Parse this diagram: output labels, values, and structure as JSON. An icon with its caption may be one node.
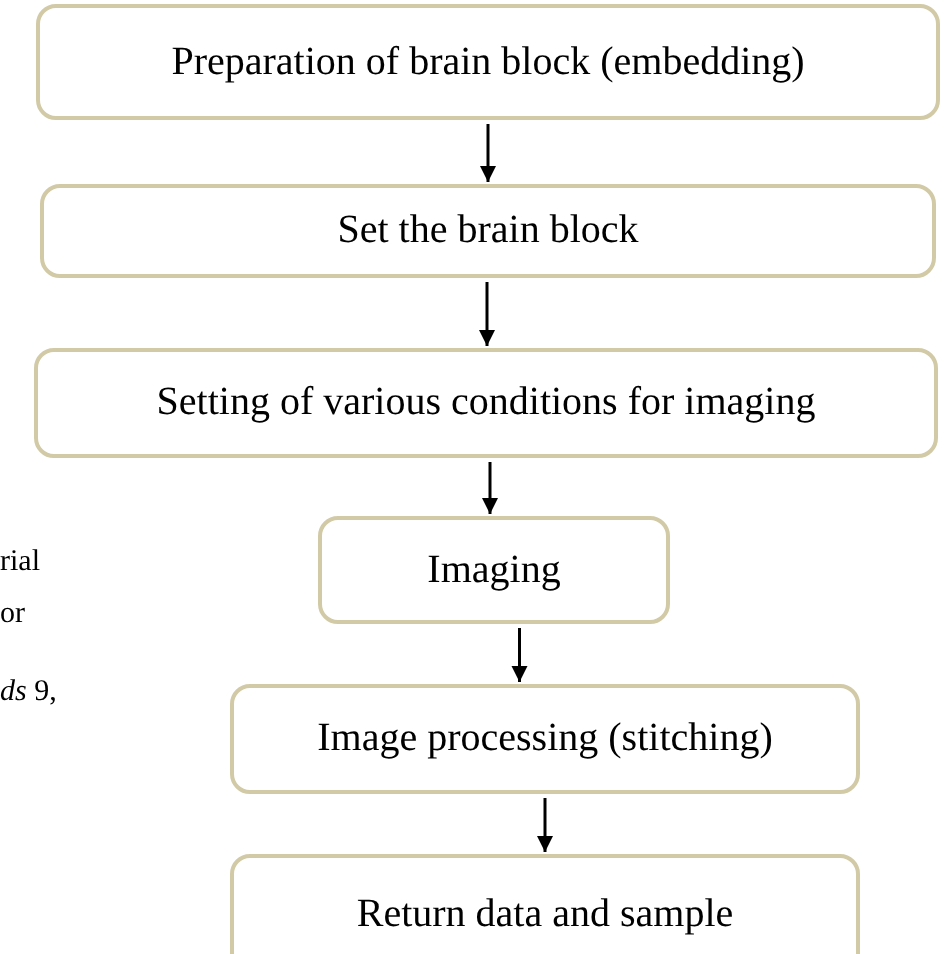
{
  "diagram": {
    "nodes": [
      {
        "text": [
          "Preparation of brain block (embedding)"
        ]
      },
      {
        "text": [
          "Set the brain block"
        ]
      },
      {
        "text": [
          "Setting of various conditions for imaging"
        ]
      },
      {
        "text": [
          "Imaging"
        ]
      },
      {
        "text": [
          "Image processing (stitching)"
        ]
      },
      {
        "text": [
          "Return data and sample"
        ]
      }
    ],
    "edges": [
      {
        "from": 0,
        "to": 1,
        "arrow": "to"
      },
      {
        "from": 1,
        "to": 2,
        "arrow": "to"
      },
      {
        "from": 2,
        "to": 3,
        "arrow": "to"
      },
      {
        "from": 3,
        "to": 4,
        "arrow": "to"
      },
      {
        "from": 4,
        "to": 5,
        "arrow": "to"
      }
    ],
    "labels": [
      "rial",
      "or",
      "*ds* 9,"
    ]
  }
}
